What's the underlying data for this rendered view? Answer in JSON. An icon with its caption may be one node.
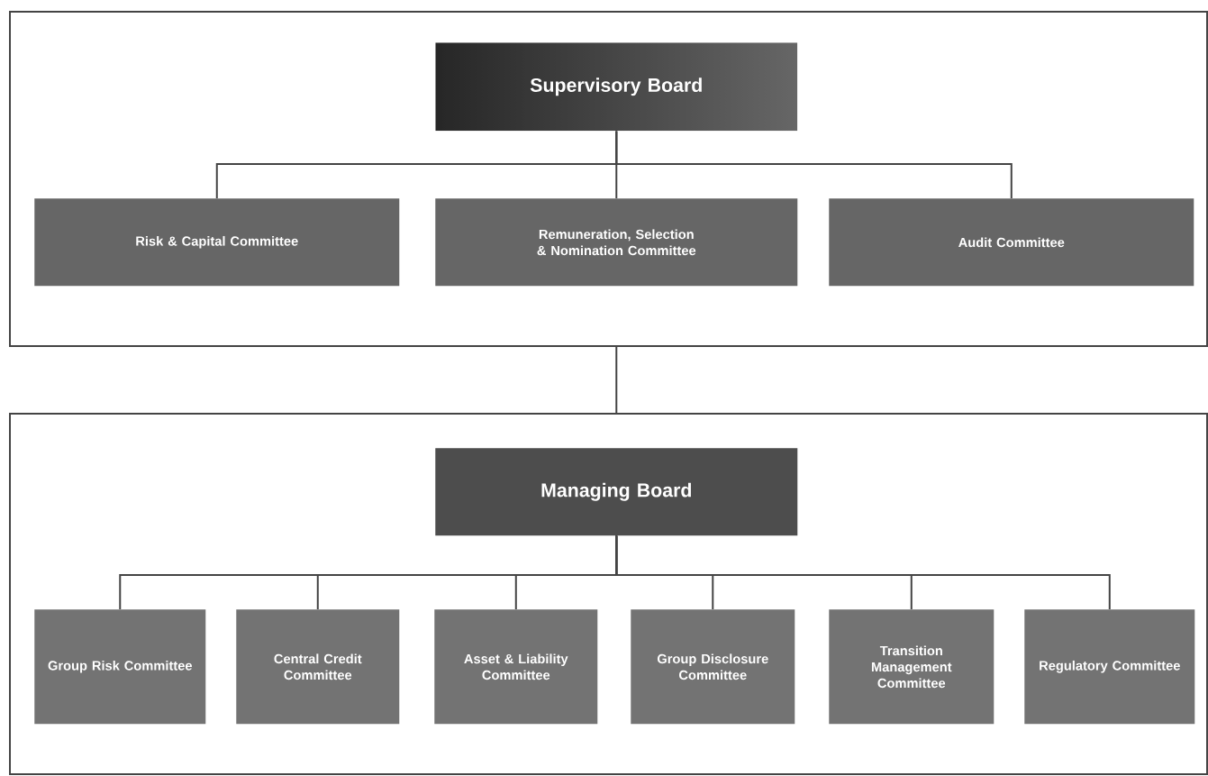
{
  "diagram": {
    "nodes": [
      {
        "text": [],
        "shape": "box"
      },
      {
        "text": [
          "Supervisory Board"
        ],
        "in": 0
      },
      {
        "text": [
          "Risk & Capital Committee"
        ],
        "in": 0
      },
      {
        "text": [
          "Remuneration, Selection & Nomination Committee"
        ],
        "in": 0
      },
      {
        "text": [
          "Audit Committee"
        ],
        "in": 0
      },
      {
        "text": [],
        "shape": "box"
      },
      {
        "text": [
          "Managing Board"
        ],
        "in": 5
      },
      {
        "text": [
          "Group Risk Committee"
        ],
        "in": 5
      },
      {
        "text": [
          "Central Credit Committee"
        ],
        "in": 5
      },
      {
        "text": [
          "Asset & Liability Committee"
        ],
        "in": 5
      },
      {
        "text": [
          "Group Disclosure Committee"
        ],
        "in": 5
      },
      {
        "text": [
          "Transition Management Committee"
        ],
        "in": 5
      },
      {
        "text": [
          "Regulatory Committee"
        ],
        "in": 5
      }
    ],
    "edges": [
      {
        "from": 1,
        "to": 2,
        "arrow": "none"
      },
      {
        "from": 1,
        "to": 3,
        "arrow": "none"
      },
      {
        "from": 1,
        "to": 4,
        "arrow": "none"
      },
      {
        "from": 0,
        "to": 5,
        "arrow": "none"
      },
      {
        "from": 6,
        "to": 7,
        "arrow": "none"
      },
      {
        "from": 6,
        "to": 8,
        "arrow": "none"
      },
      {
        "from": 6,
        "to": 9,
        "arrow": "none"
      },
      {
        "from": 6,
        "to": 10,
        "arrow": "none"
      },
      {
        "from": 6,
        "to": 11,
        "arrow": "none"
      },
      {
        "from": 6,
        "to": 12,
        "arrow": "none"
      }
    ]
  }
}
